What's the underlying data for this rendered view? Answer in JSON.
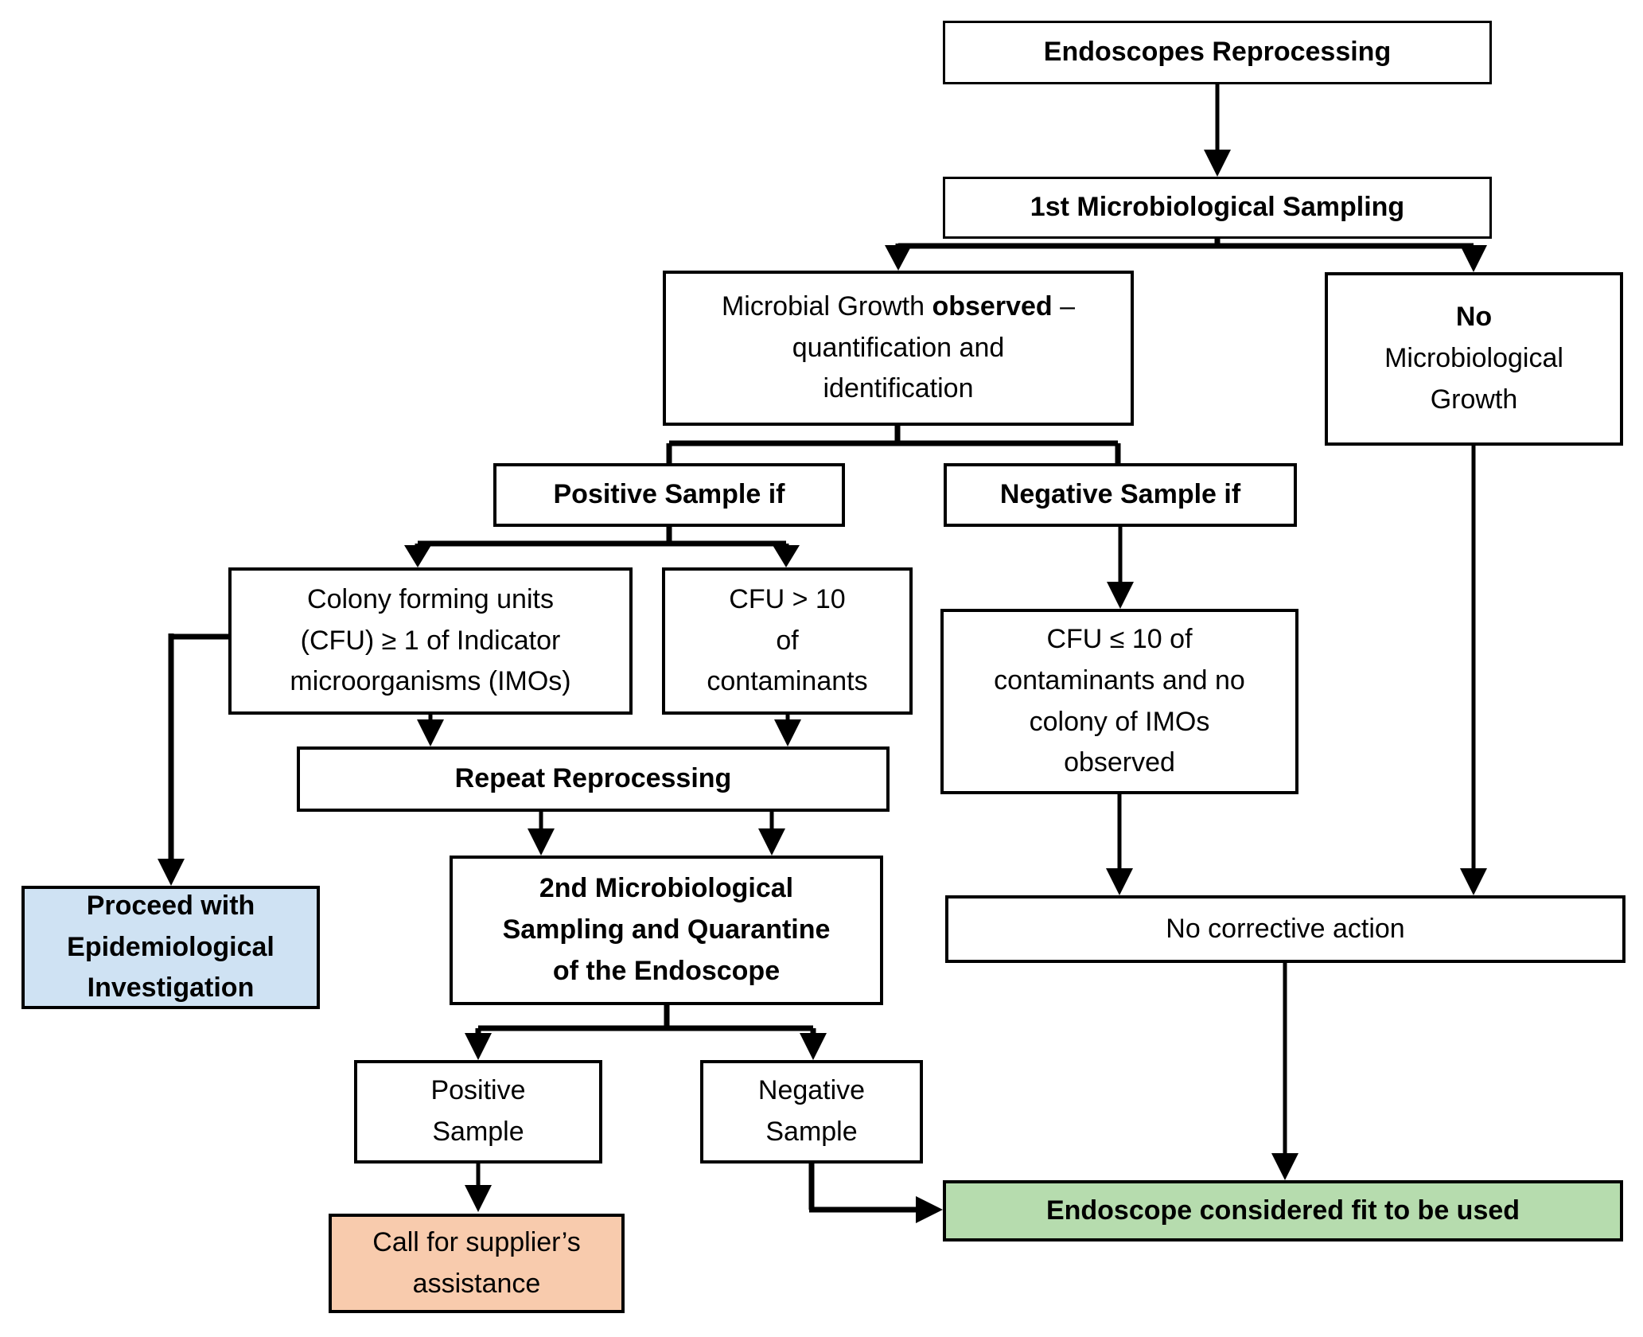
{
  "diagram_title": "Endoscope reprocessing microbiological surveillance flowchart",
  "colors": {
    "box_border": "#000000",
    "default_fill": "#ffffff",
    "highlight_blue": "#cfe2f3",
    "highlight_orange": "#f8cbad",
    "highlight_green": "#b6dcae",
    "connector": "#000000"
  },
  "nodes": {
    "endoscopes_reprocessing": {
      "fill": "#ffffff",
      "bold": true,
      "lines": [
        [
          {
            "t": "Endoscopes Reprocessing",
            "b": true
          }
        ]
      ]
    },
    "first_sampling": {
      "fill": "#ffffff",
      "bold": true,
      "lines": [
        [
          {
            "t": "1st Microbiological Sampling",
            "b": true
          }
        ]
      ]
    },
    "microbial_growth": {
      "fill": "#ffffff",
      "bold": false,
      "lines": [
        [
          {
            "t": "Microbial Growth ",
            "b": false
          },
          {
            "t": "observed",
            "b": true
          },
          {
            "t": " –",
            "b": false
          }
        ],
        [
          {
            "t": "quantification and",
            "b": false
          }
        ],
        [
          {
            "t": "identification",
            "b": false
          }
        ]
      ]
    },
    "no_growth": {
      "fill": "#ffffff",
      "bold": false,
      "lines": [
        [
          {
            "t": "No",
            "b": true
          }
        ],
        [
          {
            "t": "Microbiological",
            "b": false
          }
        ],
        [
          {
            "t": "Growth",
            "b": false
          }
        ]
      ]
    },
    "positive_sample_if": {
      "fill": "#ffffff",
      "bold": true,
      "lines": [
        [
          {
            "t": "Positive Sample if",
            "b": true
          }
        ]
      ]
    },
    "negative_sample_if": {
      "fill": "#ffffff",
      "bold": true,
      "lines": [
        [
          {
            "t": "Negative Sample if",
            "b": true
          }
        ]
      ]
    },
    "cfu_ge_1": {
      "fill": "#ffffff",
      "bold": false,
      "lines": [
        [
          {
            "t": "Colony forming units",
            "b": false
          }
        ],
        [
          {
            "t": "(CFU) ≥ 1 of Indicator",
            "b": false
          }
        ],
        [
          {
            "t": "microorganisms (IMOs)",
            "b": false
          }
        ]
      ]
    },
    "cfu_gt_10": {
      "fill": "#ffffff",
      "bold": false,
      "lines": [
        [
          {
            "t": "CFU > 10",
            "b": false
          }
        ],
        [
          {
            "t": "of",
            "b": false
          }
        ],
        [
          {
            "t": "contaminants",
            "b": false
          }
        ]
      ]
    },
    "cfu_le_10": {
      "fill": "#ffffff",
      "bold": false,
      "lines": [
        [
          {
            "t": "CFU ≤ 10 of",
            "b": false
          }
        ],
        [
          {
            "t": "contaminants and no",
            "b": false
          }
        ],
        [
          {
            "t": "colony of IMOs",
            "b": false
          }
        ],
        [
          {
            "t": "observed",
            "b": false
          }
        ]
      ]
    },
    "repeat_reprocessing": {
      "fill": "#ffffff",
      "bold": true,
      "lines": [
        [
          {
            "t": "Repeat Reprocessing",
            "b": true
          }
        ]
      ]
    },
    "second_sampling": {
      "fill": "#ffffff",
      "bold": true,
      "lines": [
        [
          {
            "t": "2nd Microbiological",
            "b": true
          }
        ],
        [
          {
            "t": "Sampling and Quarantine",
            "b": true
          }
        ],
        [
          {
            "t": "of the Endoscope",
            "b": true
          }
        ]
      ]
    },
    "positive_sample": {
      "fill": "#ffffff",
      "bold": false,
      "lines": [
        [
          {
            "t": "Positive",
            "b": false
          }
        ],
        [
          {
            "t": "Sample",
            "b": false
          }
        ]
      ]
    },
    "negative_sample": {
      "fill": "#ffffff",
      "bold": false,
      "lines": [
        [
          {
            "t": "Negative",
            "b": false
          }
        ],
        [
          {
            "t": "Sample",
            "b": false
          }
        ]
      ]
    },
    "call_supplier": {
      "fill": "#f8cbad",
      "bold": false,
      "lines": [
        [
          {
            "t": "Call for supplier’s",
            "b": false
          }
        ],
        [
          {
            "t": "assistance",
            "b": false
          }
        ]
      ]
    },
    "epidemiological": {
      "fill": "#cfe2f3",
      "bold": true,
      "lines": [
        [
          {
            "t": "Proceed with",
            "b": true
          }
        ],
        [
          {
            "t": "Epidemiological",
            "b": true
          }
        ],
        [
          {
            "t": "Investigation",
            "b": true
          }
        ]
      ]
    },
    "no_corrective_action": {
      "fill": "#ffffff",
      "bold": false,
      "lines": [
        [
          {
            "t": "No corrective action",
            "b": false
          }
        ]
      ]
    },
    "endoscope_fit": {
      "fill": "#b6dcae",
      "bold": true,
      "lines": [
        [
          {
            "t": "Endoscope considered fit to be used",
            "b": true
          }
        ]
      ]
    }
  }
}
